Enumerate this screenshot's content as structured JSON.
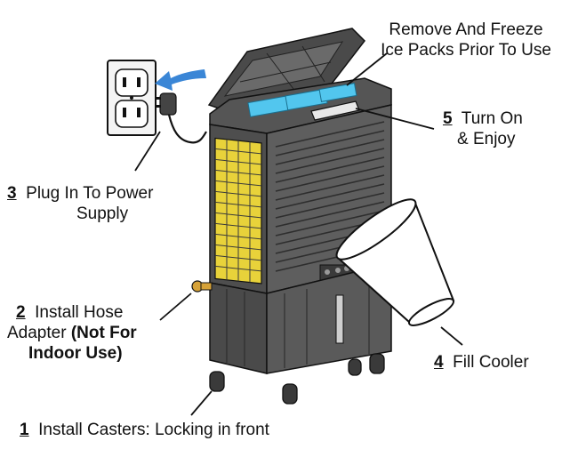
{
  "steps": [
    {
      "num": "5",
      "line1": "Turn On",
      "line2": "& Enjoy"
    },
    {
      "num": "3",
      "line1": "Plug In To Power",
      "line2": "Supply"
    },
    {
      "num": "2",
      "line1": "Install Hose",
      "line2_plain": "Adapter ",
      "line2_bold": "(Not For",
      "line3_bold": "Indoor Use)"
    },
    {
      "num": "4",
      "line1": "Fill Cooler"
    },
    {
      "num": "1",
      "line1": "Install Casters: Locking in front"
    }
  ],
  "top_note": {
    "line1": "Remove And Freeze",
    "line2": "Ice Packs Prior To Use"
  },
  "colors": {
    "body": "#5e5e5e",
    "body_dark": "#3a3a3a",
    "grille": "#e8d23a",
    "ice": "#52c6ee",
    "arrow": "#3a86d6"
  }
}
